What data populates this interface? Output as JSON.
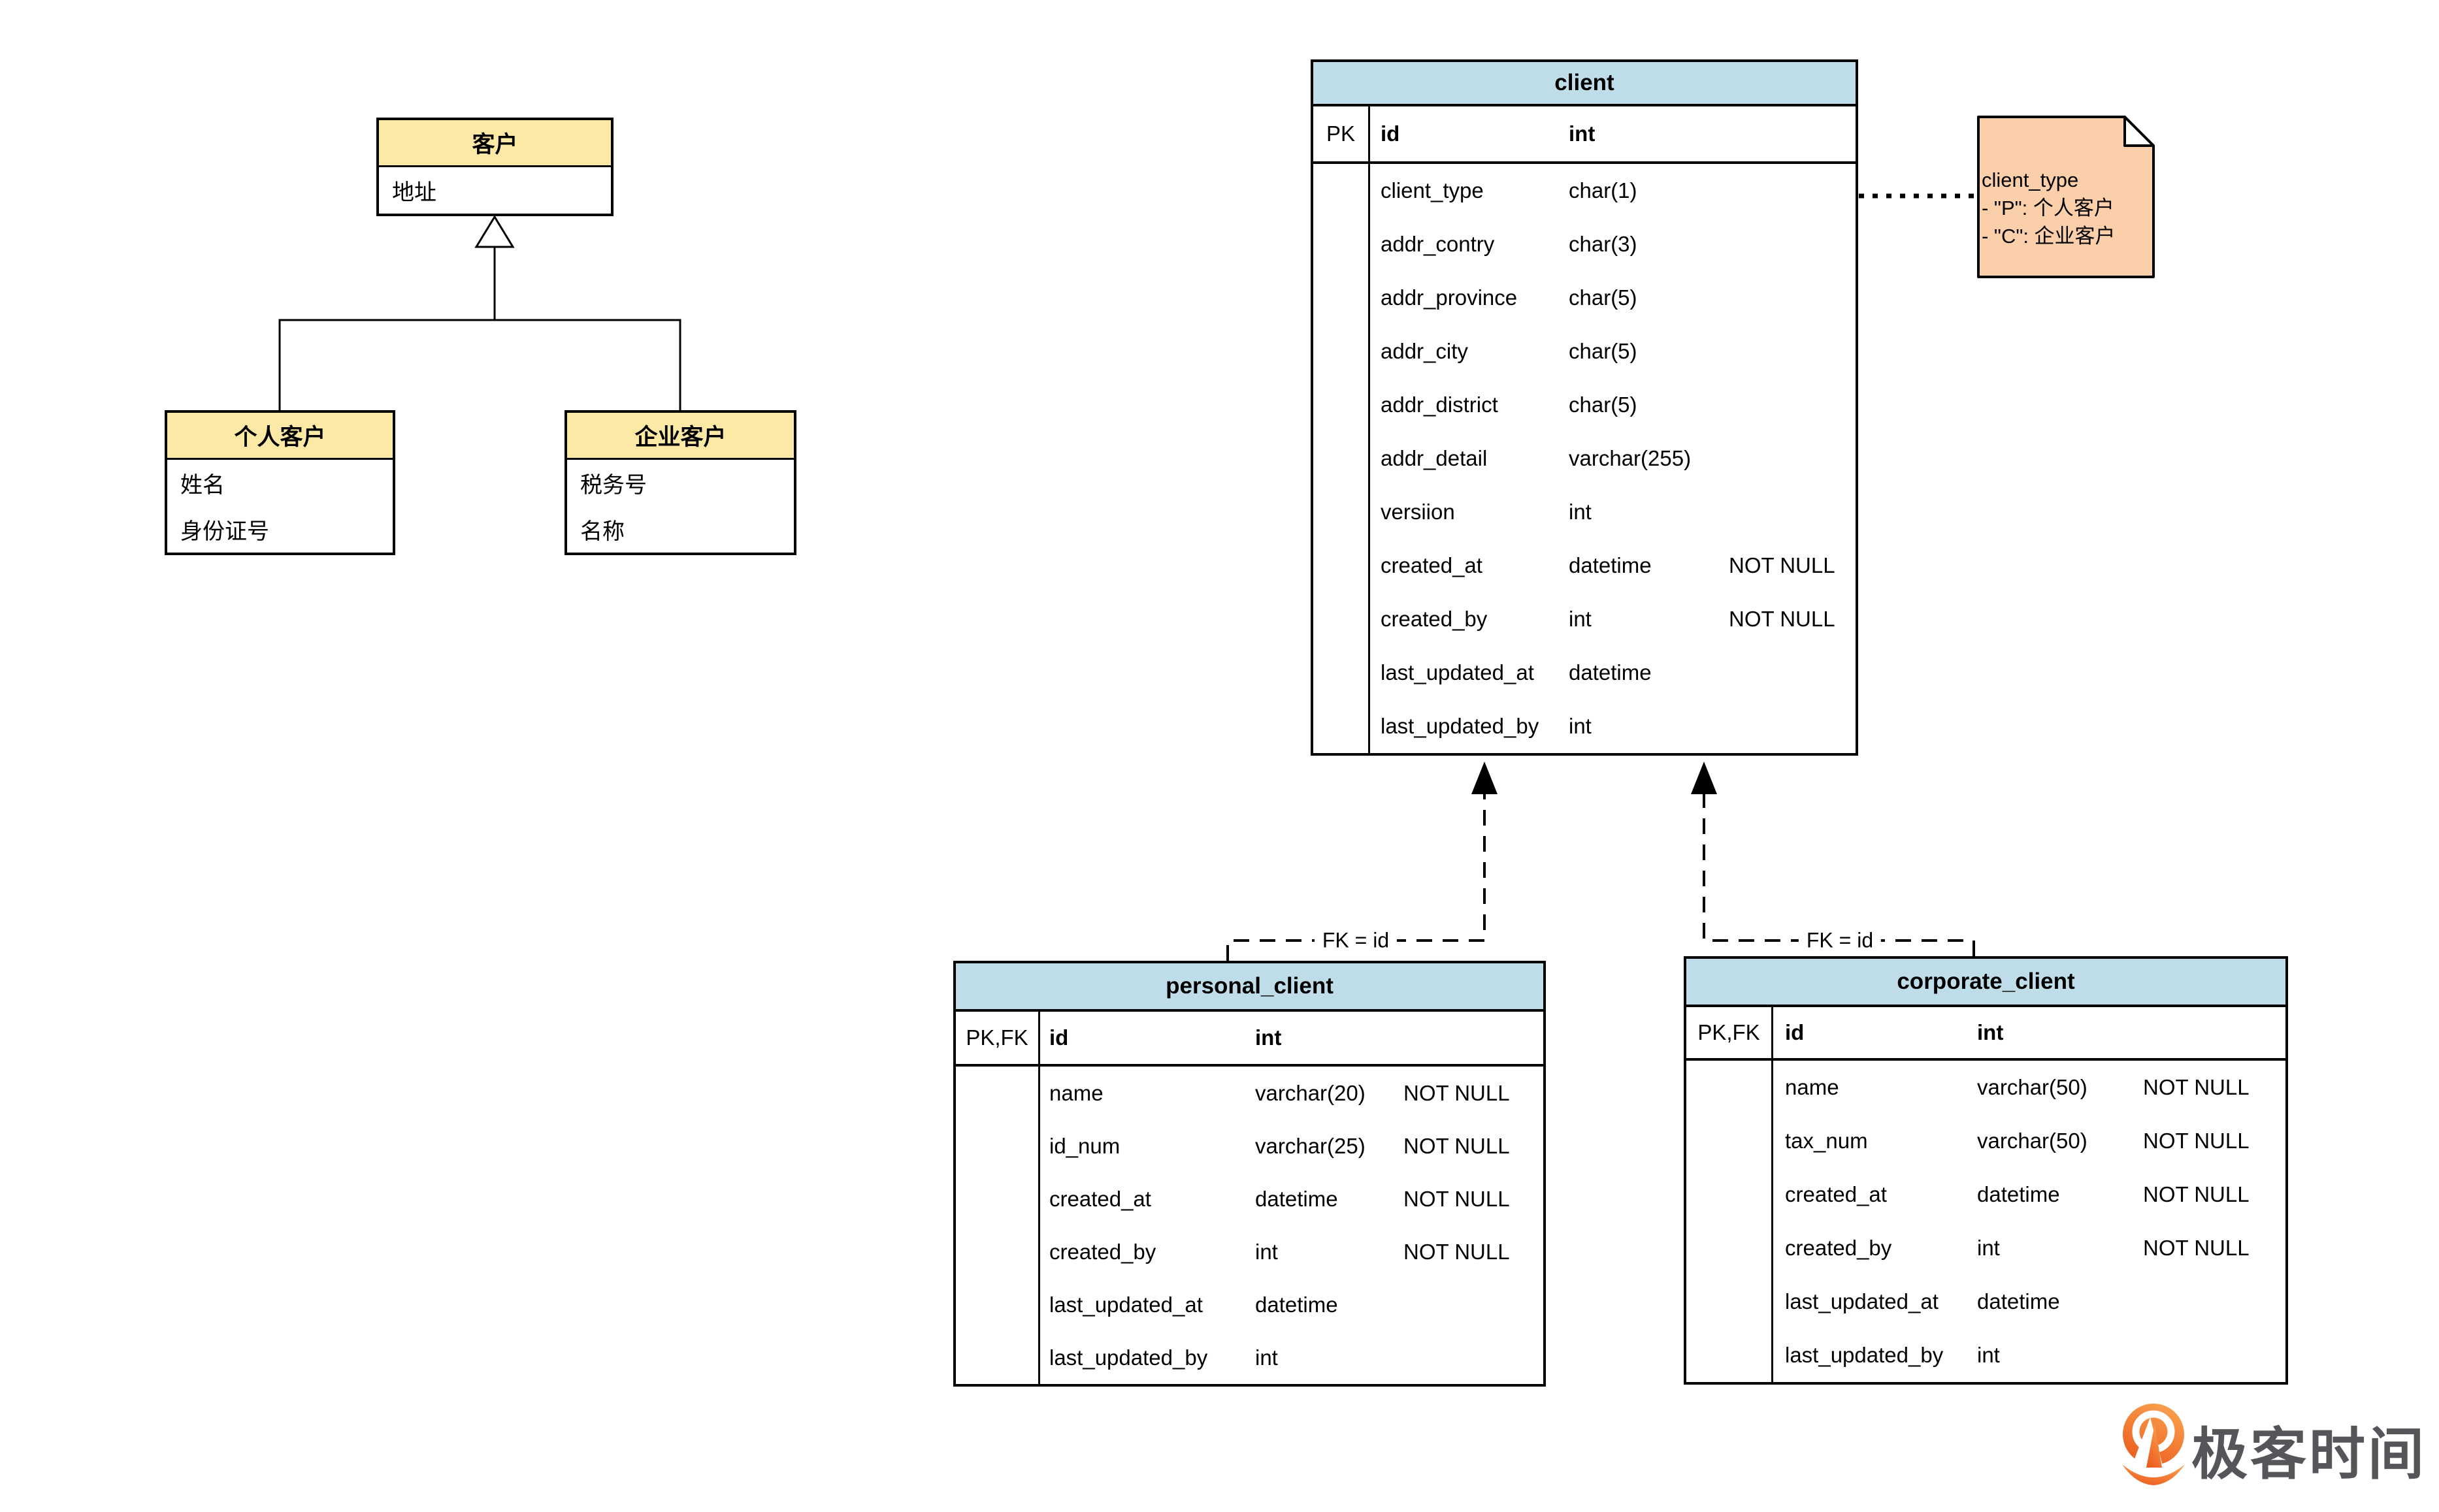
{
  "colors": {
    "class_header_bg": "#fce9a6",
    "table_header_bg": "#bfdde9",
    "note_bg": "#fbcfa9",
    "line": "#000000",
    "logo_orange_light": "#f9a14e",
    "logo_orange_dark": "#eb5a1e",
    "logo_text_gray": "#54565a"
  },
  "uml": {
    "parent": {
      "title": "客户",
      "attributes": [
        "地址"
      ]
    },
    "children": [
      {
        "title": "个人客户",
        "attributes": [
          "姓名",
          "身份证号"
        ]
      },
      {
        "title": "企业客户",
        "attributes": [
          "税务号",
          "名称"
        ]
      }
    ]
  },
  "tables": {
    "client": {
      "title": "client",
      "pk_label": "PK",
      "id_name": "id",
      "id_type": "int",
      "rows": [
        {
          "name": "client_type",
          "type": "char(1)",
          "constraint": ""
        },
        {
          "name": "addr_contry",
          "type": "char(3)",
          "constraint": ""
        },
        {
          "name": "addr_province",
          "type": "char(5)",
          "constraint": ""
        },
        {
          "name": "addr_city",
          "type": "char(5)",
          "constraint": ""
        },
        {
          "name": "addr_district",
          "type": "char(5)",
          "constraint": ""
        },
        {
          "name": "addr_detail",
          "type": "varchar(255)",
          "constraint": ""
        },
        {
          "name": "versiion",
          "type": "int",
          "constraint": ""
        },
        {
          "name": "created_at",
          "type": "datetime",
          "constraint": "NOT NULL"
        },
        {
          "name": "created_by",
          "type": "int",
          "constraint": "NOT NULL"
        },
        {
          "name": "last_updated_at",
          "type": "datetime",
          "constraint": ""
        },
        {
          "name": "last_updated_by",
          "type": "int",
          "constraint": ""
        }
      ]
    },
    "personal_client": {
      "title": "personal_client",
      "pk_label": "PK,FK",
      "id_name": "id",
      "id_type": "int",
      "rows": [
        {
          "name": "name",
          "type": "varchar(20)",
          "constraint": "NOT NULL"
        },
        {
          "name": "id_num",
          "type": "varchar(25)",
          "constraint": "NOT NULL"
        },
        {
          "name": "created_at",
          "type": "datetime",
          "constraint": "NOT NULL"
        },
        {
          "name": "created_by",
          "type": "int",
          "constraint": "NOT NULL"
        },
        {
          "name": "last_updated_at",
          "type": "datetime",
          "constraint": ""
        },
        {
          "name": "last_updated_by",
          "type": "int",
          "constraint": ""
        }
      ]
    },
    "corporate_client": {
      "title": "corporate_client",
      "pk_label": "PK,FK",
      "id_name": "id",
      "id_type": "int",
      "rows": [
        {
          "name": "name",
          "type": "varchar(50)",
          "constraint": "NOT NULL"
        },
        {
          "name": "tax_num",
          "type": "varchar(50)",
          "constraint": "NOT NULL"
        },
        {
          "name": "created_at",
          "type": "datetime",
          "constraint": "NOT NULL"
        },
        {
          "name": "created_by",
          "type": "int",
          "constraint": "NOT NULL"
        },
        {
          "name": "last_updated_at",
          "type": "datetime",
          "constraint": ""
        },
        {
          "name": "last_updated_by",
          "type": "int",
          "constraint": ""
        }
      ]
    }
  },
  "note": {
    "lines": [
      "client_type",
      "- \"P\": 个人客户",
      "- \"C\": 企业客户"
    ]
  },
  "relations": {
    "left": {
      "label": "FK = id"
    },
    "right": {
      "label": "FK = id"
    }
  },
  "logo": {
    "text": "极客时间"
  }
}
